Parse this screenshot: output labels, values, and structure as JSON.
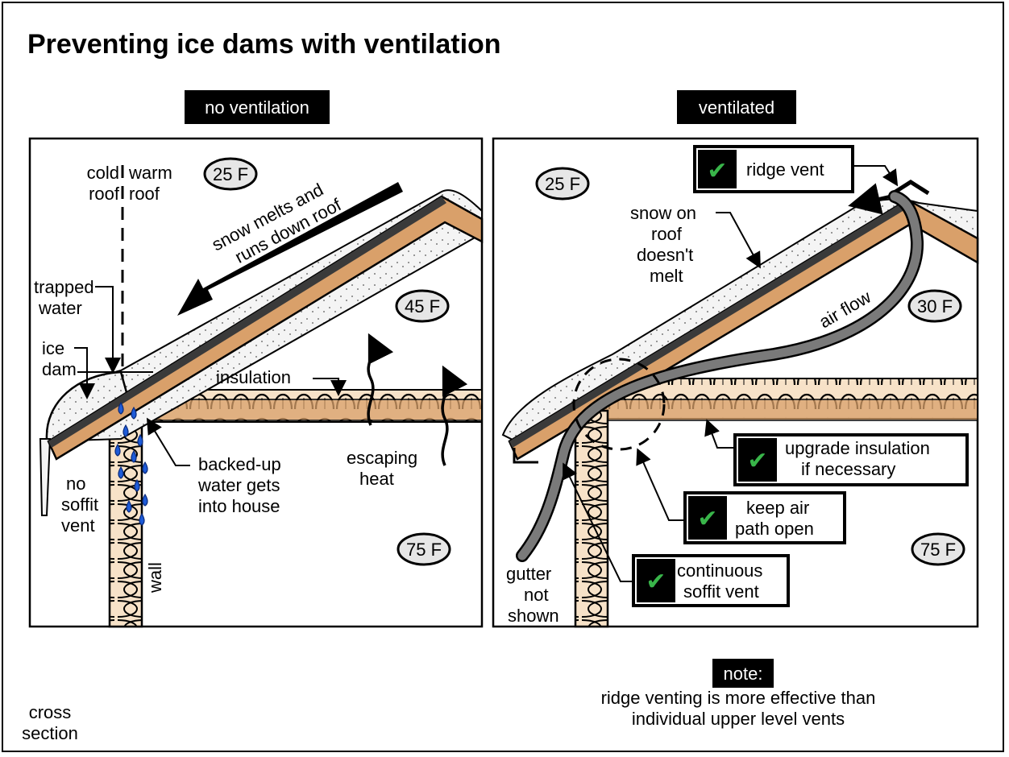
{
  "title": "Preventing ice dams with ventilation",
  "left_panel": {
    "header": "no ventilation",
    "labels": {
      "cold_roof_1": "cold",
      "cold_roof_2": "roof",
      "warm_roof_1": "warm",
      "warm_roof_2": "roof",
      "temp_outside": "25 F",
      "temp_attic": "45 F",
      "temp_house": "75 F",
      "snow_1": "snow melts and",
      "snow_2": "runs down roof",
      "trapped_1": "trapped",
      "trapped_2": "water",
      "ice_1": "ice",
      "ice_2": "dam",
      "insulation": "insulation",
      "backed_1": "backed-up",
      "backed_2": "water gets",
      "backed_3": "into house",
      "escaping_1": "escaping",
      "escaping_2": "heat",
      "soffit_1": "no",
      "soffit_2": "soffit",
      "soffit_3": "vent",
      "wall": "wall"
    }
  },
  "right_panel": {
    "header": "ventilated",
    "labels": {
      "temp_outside": "25 F",
      "temp_attic": "30 F",
      "temp_house": "75 F",
      "ridge_vent": "ridge vent",
      "snow_1": "snow on",
      "snow_2": "roof",
      "snow_3": "doesn't",
      "snow_4": "melt",
      "air_flow": "air flow",
      "upgrade_1": "upgrade insulation",
      "upgrade_2": "if necessary",
      "keep_1": "keep air",
      "keep_2": "path open",
      "continuous_1": "continuous",
      "continuous_2": "soffit vent",
      "gutter_1": "gutter",
      "gutter_2": "not",
      "gutter_3": "shown"
    }
  },
  "note": {
    "heading": "note:",
    "line_1": "ridge venting is more effective than",
    "line_2": "individual upper level vents"
  },
  "cross_section_1": "cross",
  "cross_section_2": "section",
  "check_mark": "✔",
  "icons": [
    "check-icon",
    "arrow-icon",
    "wavy-heat-arrow-icon",
    "water-drop-icon"
  ],
  "colors": {
    "roof_deck": "#d9a06a",
    "roof_deck_dark": "#b07a45",
    "shingle": "#3a3a3a",
    "snow": "#f2f2f2",
    "water": "#1e5bd8",
    "check": "#39b54a",
    "insulation": "#f0c79a",
    "label_bg": "#000000"
  }
}
